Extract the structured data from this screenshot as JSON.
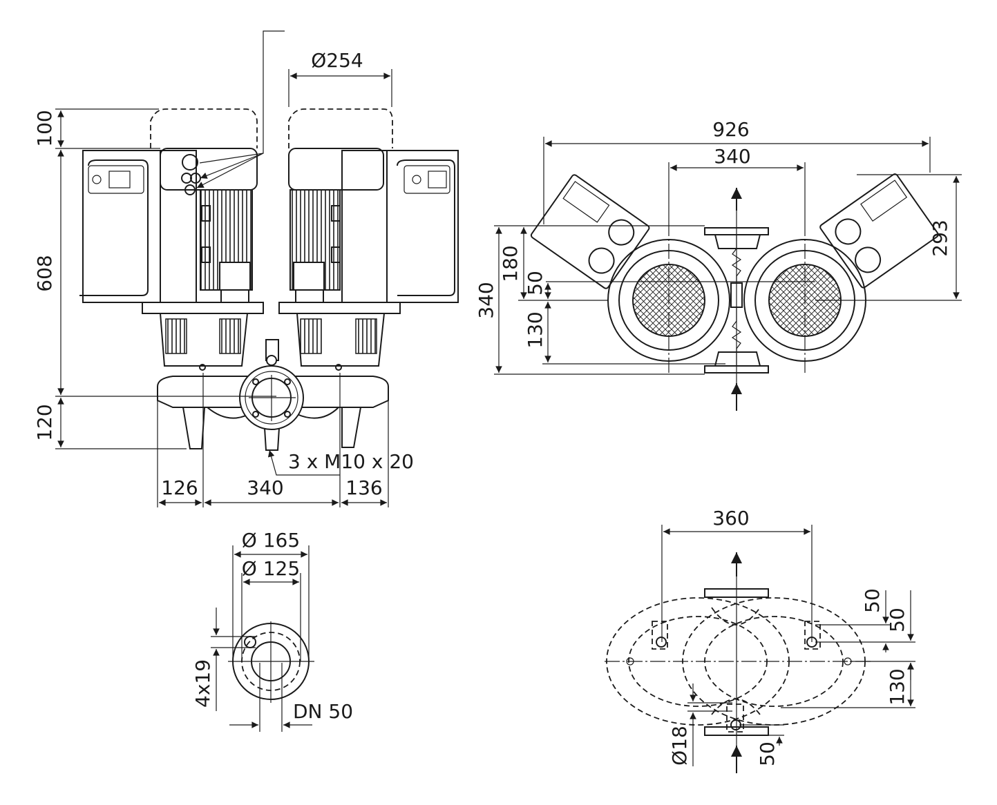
{
  "dimensions": {
    "front": {
      "d_motor": "Ø254",
      "h_top": "100",
      "h_main": "608",
      "h_base": "120",
      "w_left": "126",
      "w_center": "340",
      "w_right": "136",
      "screws": "3 x M10 x 20"
    },
    "top": {
      "w_total": "926",
      "w_center": "340",
      "h_right": "293",
      "h_total": "340",
      "h_upper": "180",
      "h_offset": "50",
      "h_lower": "130"
    },
    "flange": {
      "d_outer": "Ø 165",
      "d_bolt": "Ø 125",
      "holes": "4x19",
      "dn": "DN 50"
    },
    "base": {
      "w_feet": "360",
      "r_a": "50",
      "r_b": "50",
      "r_c": "130",
      "hole": "Ø18",
      "b_offset": "50"
    }
  }
}
